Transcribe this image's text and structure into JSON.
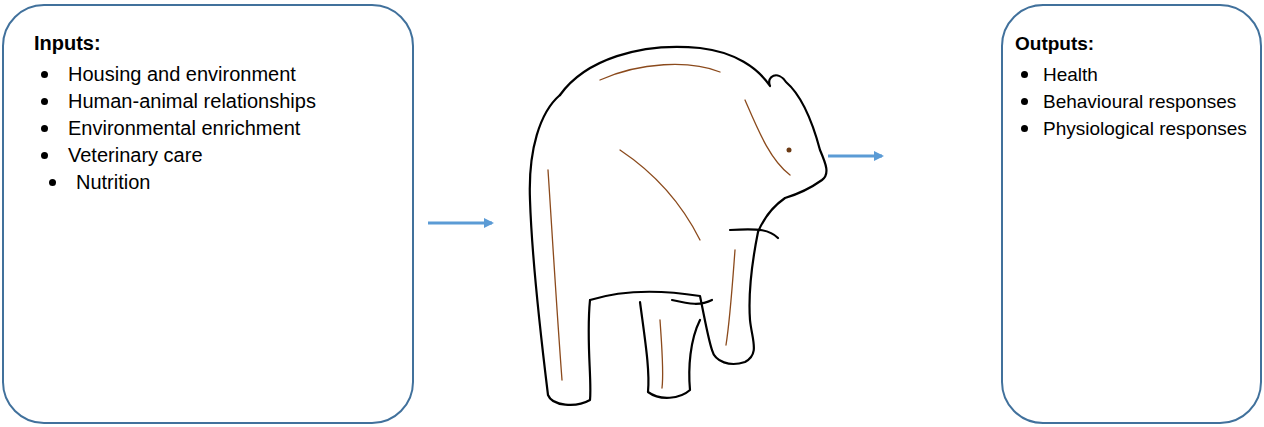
{
  "diagram": {
    "nodes": [
      {
        "text": [
          "Inputs:",
          "Housing and environment",
          "Human-animal relationships",
          "Environmental enrichment",
          "Veterinary care",
          "Nutrition"
        ]
      },
      {
        "text": [
          "Outputs:",
          "Health",
          "Behavioural responses",
          "Physiological responses"
        ]
      }
    ]
  }
}
